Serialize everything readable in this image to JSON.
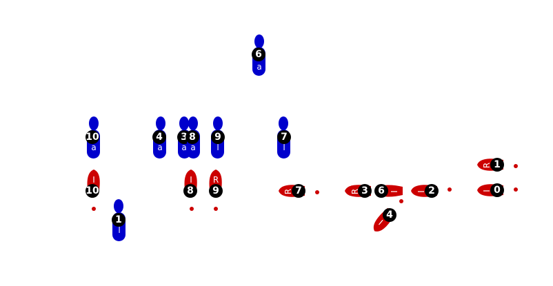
{
  "colors": {
    "blue": "#0000cc",
    "red": "#cc0000",
    "badge": "#000000",
    "background": "#ffffff"
  },
  "blue_markers": [
    {
      "number": "6",
      "letter": "a"
    },
    {
      "number": "10",
      "letter": "a"
    },
    {
      "number": "4",
      "letter": "a"
    },
    {
      "number": "3",
      "letter": "a"
    },
    {
      "number": "8",
      "letter": "a"
    },
    {
      "number": "9",
      "letter": "l"
    },
    {
      "number": "7",
      "letter": "l"
    },
    {
      "number": "1",
      "letter": "l"
    }
  ],
  "red_vertical_markers": [
    {
      "number": "10",
      "letter": "I"
    },
    {
      "number": "8",
      "letter": "I"
    },
    {
      "number": "9",
      "letter": "R"
    }
  ],
  "red_horizontal_markers": [
    {
      "number": "1",
      "letter": "R"
    },
    {
      "number": "0",
      "letter": "I"
    },
    {
      "number": "7",
      "letter": "R"
    },
    {
      "number": "3",
      "letter": "R"
    },
    {
      "number": "6",
      "letter": "I"
    },
    {
      "number": "2",
      "letter": "I"
    },
    {
      "number": "4",
      "letter": "I"
    }
  ]
}
